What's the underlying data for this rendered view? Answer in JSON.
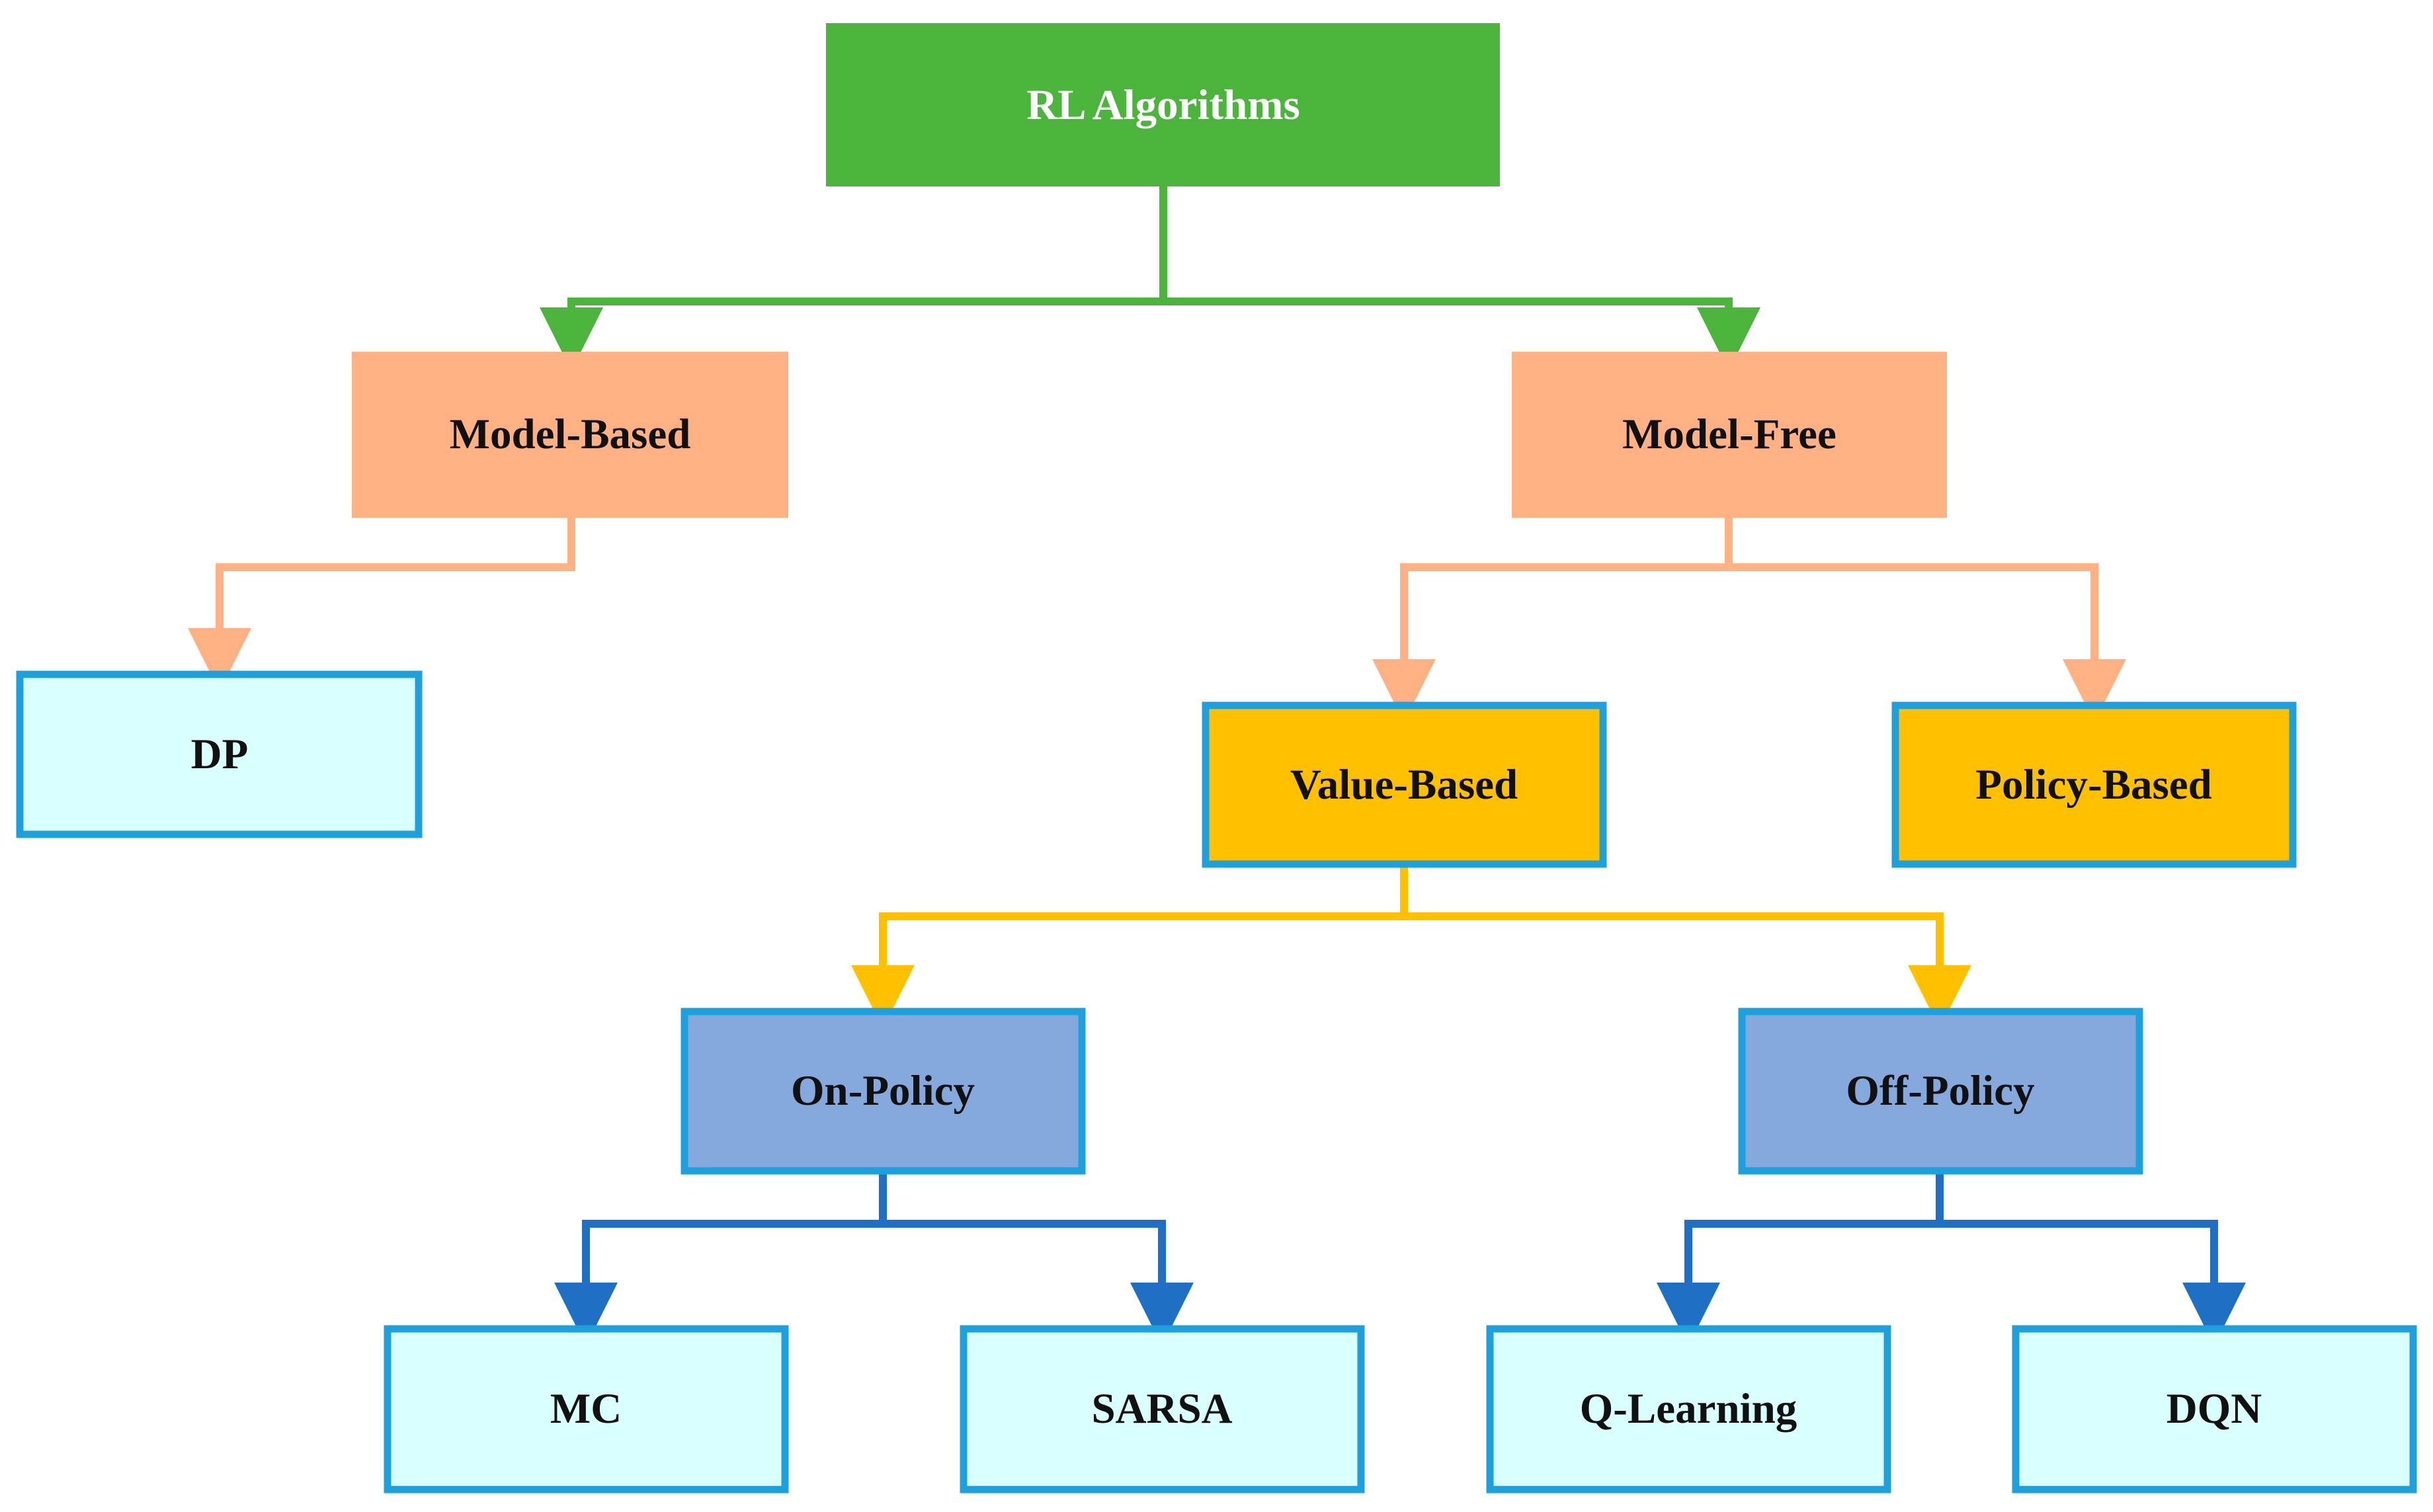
{
  "diagram": {
    "type": "tree",
    "nodes": [
      {
        "id": "rl_algorithms",
        "label": "RL Algorithms",
        "parent": null
      },
      {
        "id": "model_based",
        "label": "Model-Based",
        "parent": "rl_algorithms"
      },
      {
        "id": "model_free",
        "label": "Model-Free",
        "parent": "rl_algorithms"
      },
      {
        "id": "dp",
        "label": "DP",
        "parent": "model_based"
      },
      {
        "id": "value_based",
        "label": "Value-Based",
        "parent": "model_free"
      },
      {
        "id": "policy_based",
        "label": "Policy-Based",
        "parent": "model_free"
      },
      {
        "id": "on_policy",
        "label": "On-Policy",
        "parent": "value_based"
      },
      {
        "id": "off_policy",
        "label": "Off-Policy",
        "parent": "value_based"
      },
      {
        "id": "mc",
        "label": "MC",
        "parent": "on_policy"
      },
      {
        "id": "sarsa",
        "label": "SARSA",
        "parent": "on_policy"
      },
      {
        "id": "q_learning",
        "label": "Q-Learning",
        "parent": "off_policy"
      },
      {
        "id": "dqn",
        "label": "DQN",
        "parent": "off_policy"
      }
    ],
    "colors": {
      "root_fill": "#4cb43c",
      "root_text": "#ffffff",
      "root_connector": "#4cb43c",
      "model_fill": "#ffb183",
      "model_connector": "#ffb183",
      "category_fill": "#ffc000",
      "category_connector": "#ffc000",
      "policy_fill": "#85a9dd",
      "policy_connector": "#1f6fc5",
      "leaf_fill": "#d9ffff",
      "box_border": "#1ea0dc",
      "text": "#111111"
    }
  }
}
